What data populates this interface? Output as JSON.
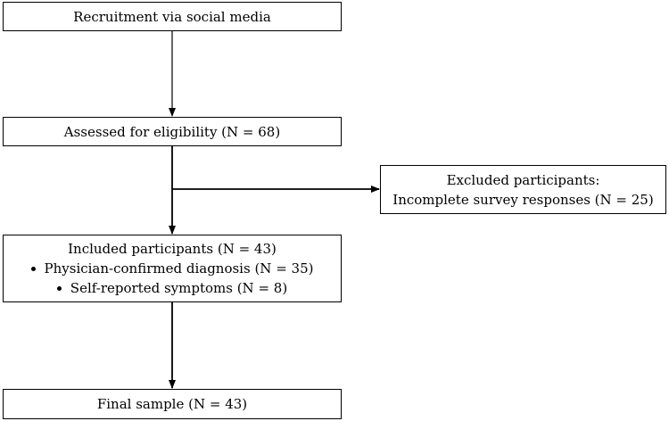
{
  "boxes": {
    "recruitment": "Recruitment via social media",
    "assessed": "Assessed for eligibility (N = 68)",
    "excluded": {
      "title": "Excluded participants:",
      "detail": "Incomplete survey responses (N = 25)"
    },
    "included": {
      "title": "Included participants (N = 43)",
      "items": [
        "Physician-confirmed diagnosis (N = 35)",
        "Self-reported symptoms (N = 8)"
      ]
    },
    "final": "Final sample (N = 43)"
  },
  "colors": {
    "line": "#000000",
    "background": "#ffffff"
  }
}
